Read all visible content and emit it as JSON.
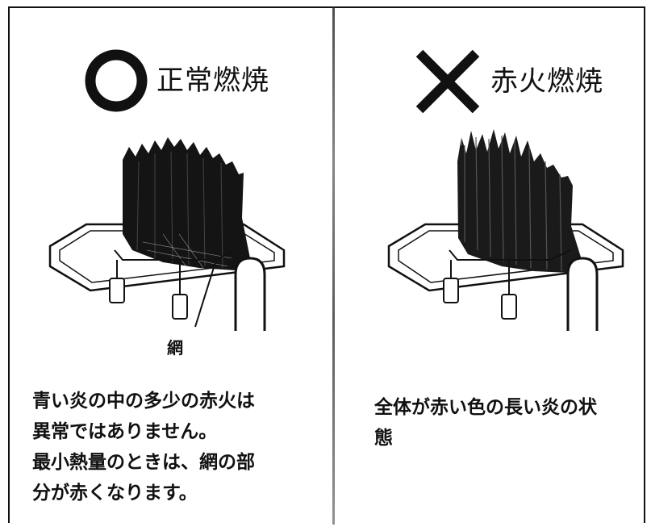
{
  "left": {
    "mark_icon": "circle-icon",
    "title": "正常燃焼",
    "mesh_label": "網",
    "caption_lines": [
      "青い炎の中の多少の赤火は",
      "異常ではありません。",
      "最小熱量のときは、網の部",
      "分が赤くなります。"
    ]
  },
  "right": {
    "mark_icon": "x-cross-icon",
    "title": "赤火燃焼",
    "caption_lines": [
      "全体が赤い色の長い炎の状",
      "態"
    ]
  }
}
